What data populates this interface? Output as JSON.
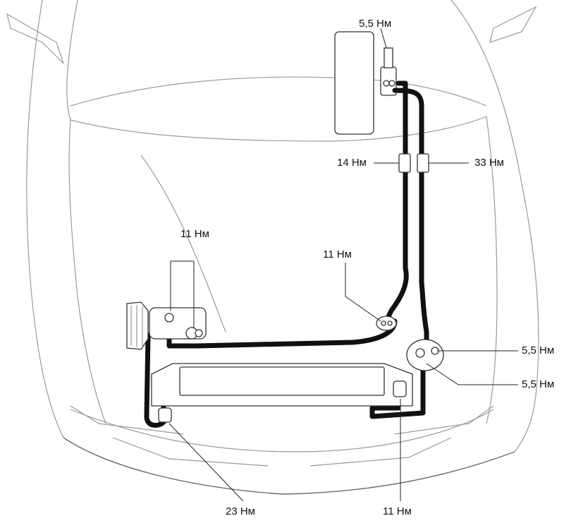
{
  "labels": {
    "top_unit": "5,5 Нм",
    "joint_left": "14 Нм",
    "joint_right": "33 Нм",
    "mount_left": "11 Нм",
    "clamp_center": "11 Нм",
    "receiver_upper": "5,5 Нм",
    "receiver_lower": "5,5 Нм",
    "condenser_left": "23 Нм",
    "condenser_right": "11 Нм"
  }
}
